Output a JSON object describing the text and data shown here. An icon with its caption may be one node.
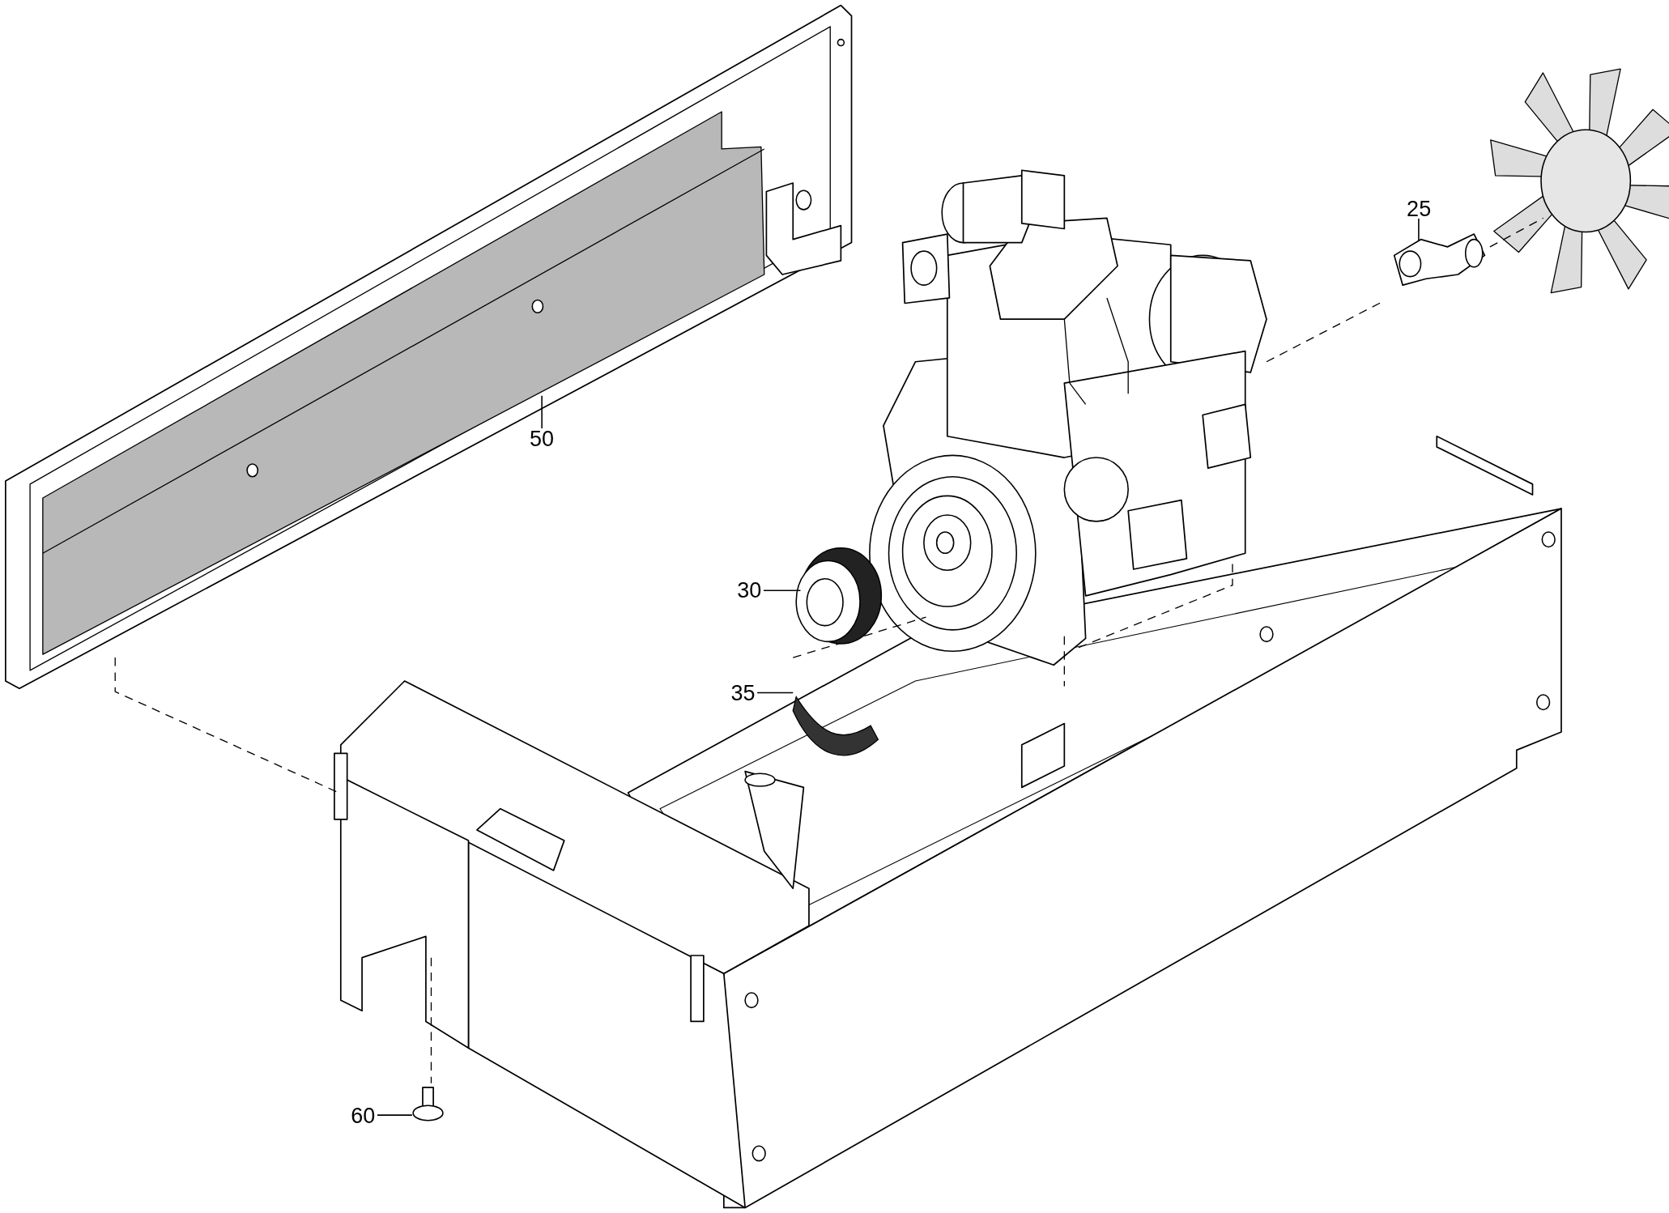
{
  "diagram": {
    "nodes": [
      {
        "text": [
          "50"
        ]
      },
      {
        "text": [],
        "shape": "picture"
      },
      {
        "text": [
          "25"
        ]
      },
      {
        "text": [],
        "shape": "picture"
      },
      {
        "text": [
          "30"
        ]
      },
      {
        "text": [],
        "shape": "picture"
      },
      {
        "text": [
          "35"
        ]
      },
      {
        "text": [],
        "shape": "picture"
      },
      {
        "text": [
          "60"
        ]
      },
      {
        "text": [],
        "shape": "picture"
      }
    ],
    "edges": [
      {
        "from": 0,
        "to": 1,
        "arrow": "none"
      },
      {
        "from": 2,
        "to": 3,
        "arrow": "none"
      },
      {
        "from": 4,
        "to": 5,
        "arrow": "none"
      },
      {
        "from": 6,
        "to": 7,
        "arrow": "none"
      },
      {
        "from": 8,
        "to": 9,
        "arrow": "none"
      }
    ]
  }
}
